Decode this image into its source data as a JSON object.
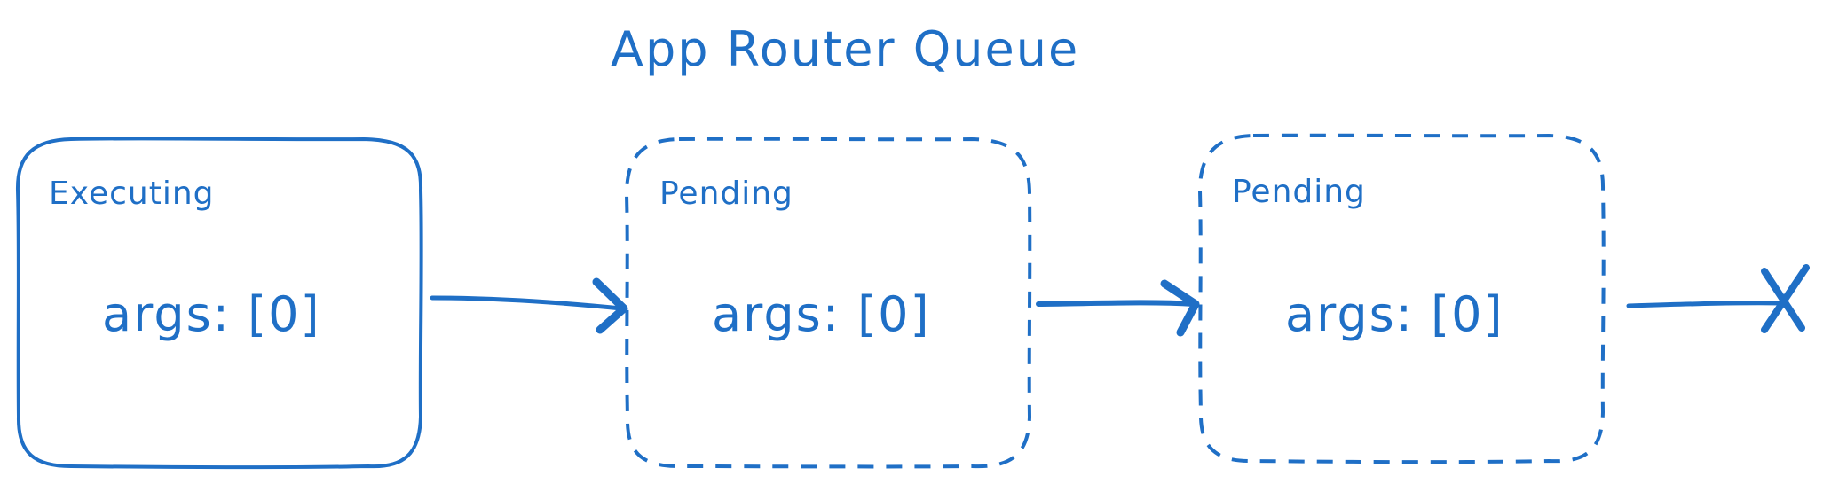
{
  "diagram": {
    "title": "App Router Queue",
    "stroke_color": "#1f6fc6",
    "nodes": [
      {
        "status": "Executing",
        "args": "args: [0]",
        "border_style": "solid"
      },
      {
        "status": "Pending",
        "args": "args: [0]",
        "border_style": "dashed"
      },
      {
        "status": "Pending",
        "args": "args: [0]",
        "border_style": "dashed"
      }
    ],
    "edges": [
      {
        "from": "node-0",
        "to": "node-1",
        "head": "arrow"
      },
      {
        "from": "node-1",
        "to": "node-2",
        "head": "arrow"
      },
      {
        "from": "node-2",
        "to": "none",
        "head": "x"
      }
    ]
  }
}
